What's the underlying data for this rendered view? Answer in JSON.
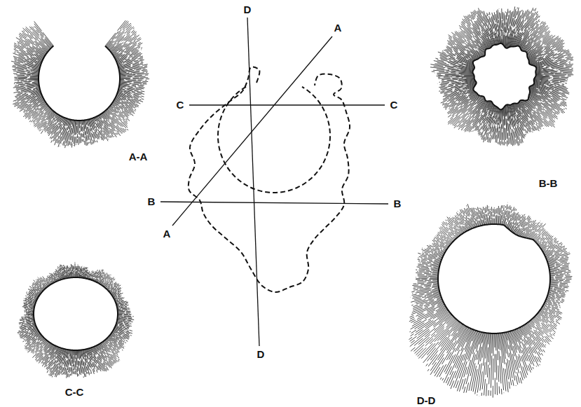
{
  "diagram": {
    "labels": [
      "A-A",
      "D",
      "A",
      "B-B",
      "C",
      "C",
      "B",
      "B",
      "A",
      "D",
      "C-C",
      "D-D"
    ]
  }
}
